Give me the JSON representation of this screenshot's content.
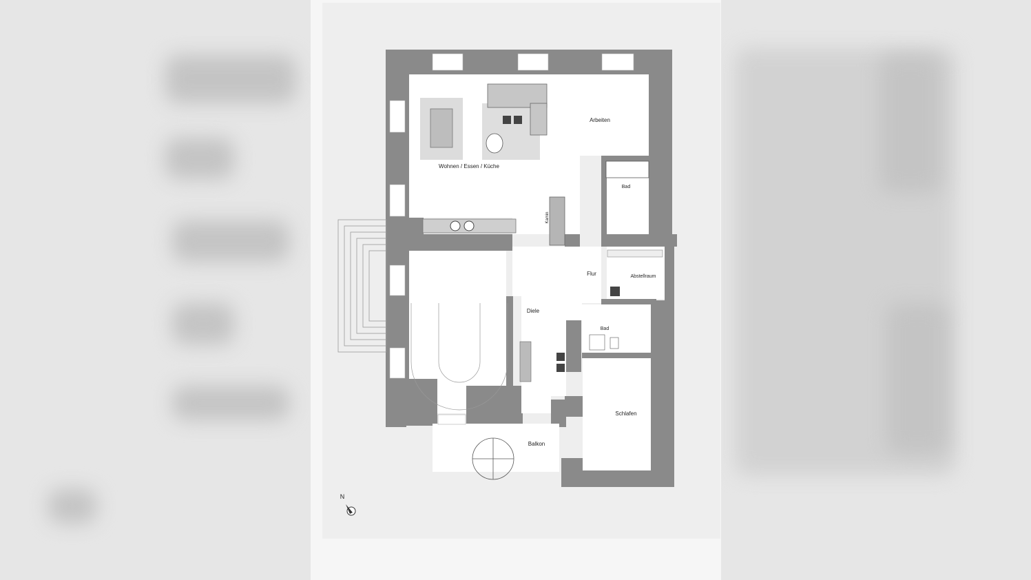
{
  "rooms": {
    "wohnen": "Wohnen / Essen / Küche",
    "arbeiten": "Arbeiten",
    "bad_top": "Bad",
    "kamin": "Kamin",
    "flur": "Flur",
    "abstellraum": "Abstellraum",
    "diele": "Diele",
    "bad_mid": "Bad",
    "schlafen": "Schlafen",
    "balkon": "Balkon"
  },
  "compass": {
    "label": "N"
  },
  "colors": {
    "wall": "#8a8a8a",
    "floor": "#ffffff",
    "furniture": "#d6d6d6",
    "dark_item": "#555555",
    "background": "#eeeeee"
  }
}
